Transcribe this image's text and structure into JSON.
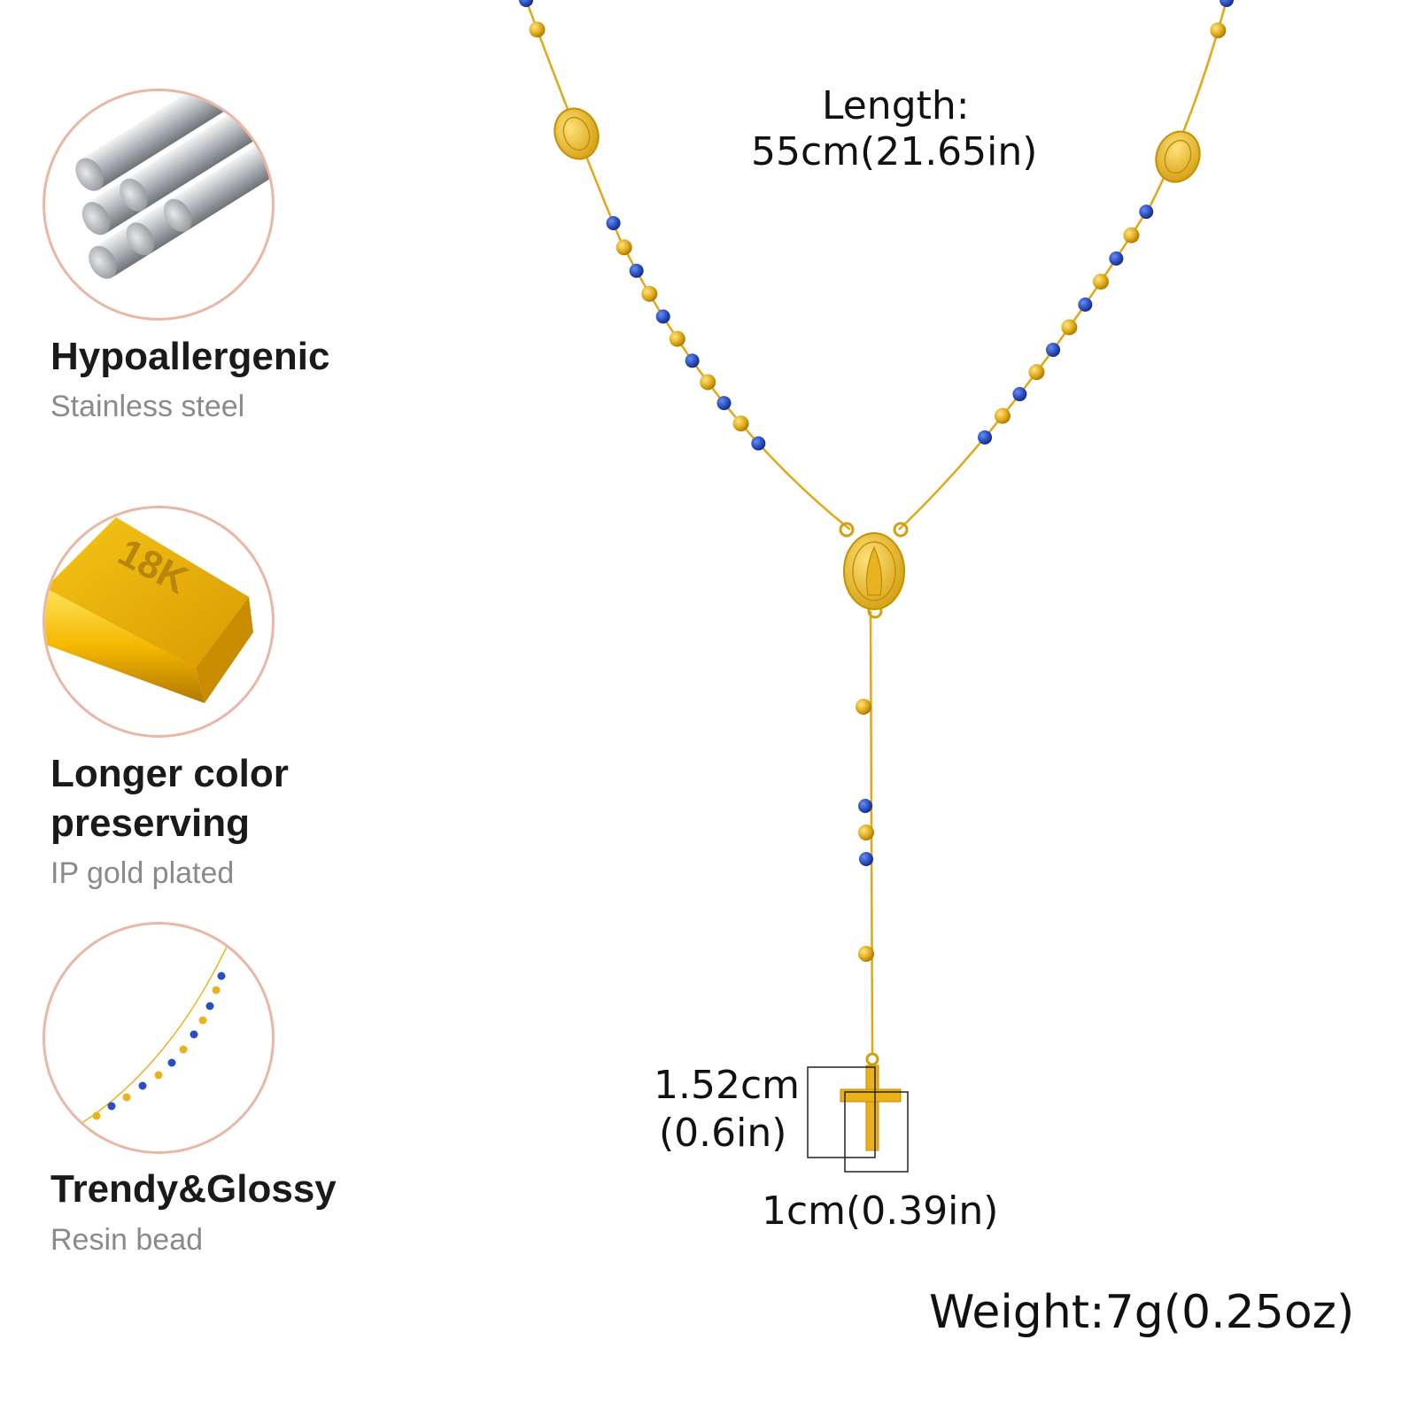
{
  "features": [
    {
      "icon": "steel-rods-icon",
      "title": "Hypoallergenic",
      "subtitle": "Stainless steel"
    },
    {
      "icon": "gold-bar-icon",
      "title_line1": "Longer color",
      "title_line2": "preserving",
      "subtitle": "IP gold plated",
      "bar_label": "18K"
    },
    {
      "icon": "bead-chain-icon",
      "title": "Trendy&Glossy",
      "subtitle": "Resin bead"
    }
  ],
  "dimensions": {
    "length_label": "Length:",
    "length_value": "55cm(21.65in)",
    "cross_height_line1": "1.52cm",
    "cross_height_line2": "(0.6in)",
    "cross_width": "1cm(0.39in)",
    "weight": "Weight:7g(0.25oz)"
  },
  "colors": {
    "gold": "#e8b220",
    "blue_bead": "#2a4fbf",
    "circle_border": "#eab7a4"
  }
}
